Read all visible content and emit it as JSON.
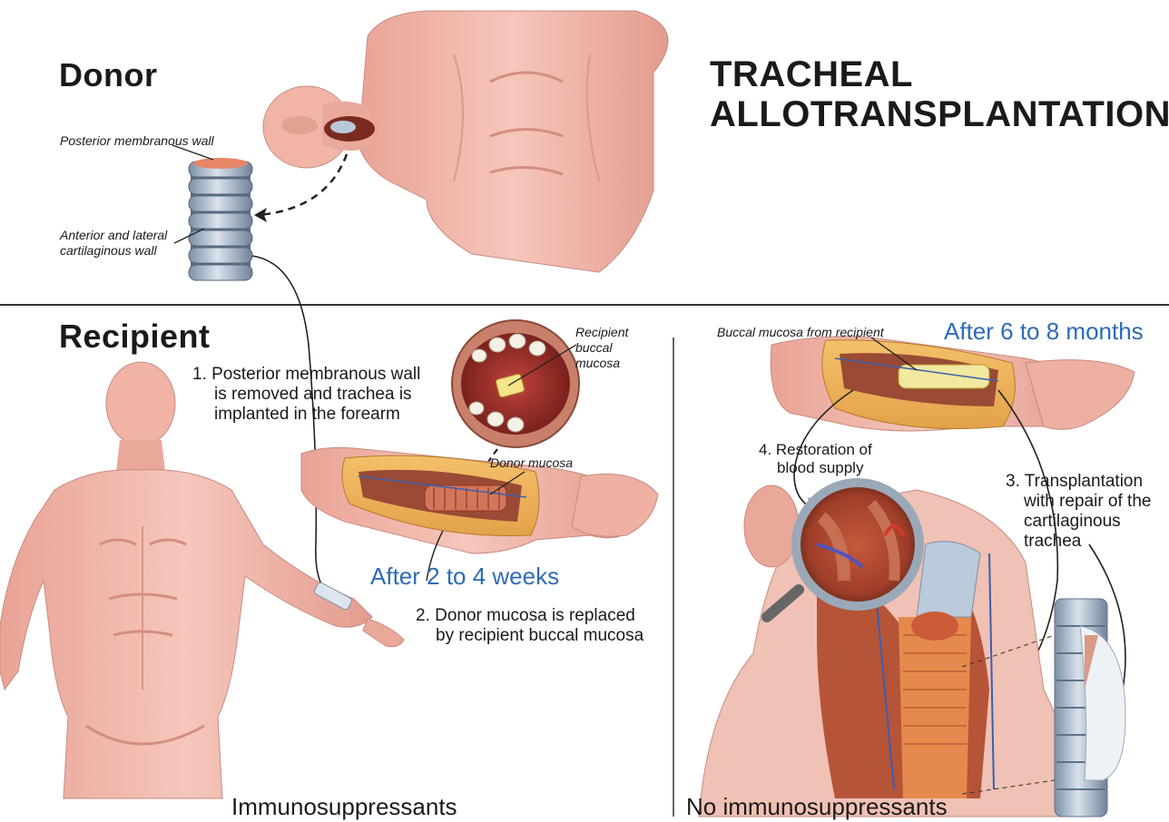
{
  "title_lines": [
    "TRACHEAL",
    "ALLOTRANSPLANTATION"
  ],
  "donor": {
    "heading": "Donor",
    "label_posterior": "Posterior membranous wall",
    "label_anterior_1": "Anterior and lateral",
    "label_anterior_2": "cartilaginous wall"
  },
  "recipient": {
    "heading": "Recipient",
    "step1": [
      "1. Posterior membranous wall",
      "is removed and trachea is",
      "implanted in the forearm"
    ],
    "buccal_label": [
      "Recipient",
      "buccal",
      "mucosa"
    ],
    "donor_mucosa_label": "Donor mucosa",
    "timing": "After 2 to 4 weeks",
    "step2": [
      "2. Donor mucosa is replaced",
      "by recipient buccal mucosa"
    ],
    "footer": "Immunosuppressants"
  },
  "outcome": {
    "buccal_from_recipient": "Buccal mucosa from recipient",
    "timing": "After 6 to 8 months",
    "step4": [
      "4. Restoration of",
      "blood supply"
    ],
    "step3": [
      "3. Transplantation",
      "with repair of the",
      "cartilaginous",
      "trachea"
    ],
    "footer": "No immunosuppressants"
  },
  "colors": {
    "skin": "#f2b8ac",
    "skin_shadow": "#d9958a",
    "tissue_orange": "#e07a3c",
    "muscle": "#b85a3e",
    "cartilage": "#8fa4bc",
    "timing_blue": "#2d6bb5",
    "divider": "#333333"
  }
}
